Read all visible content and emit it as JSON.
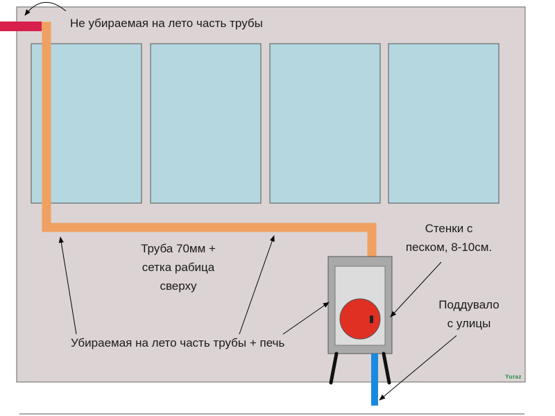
{
  "labels": {
    "fixed_pipe": "Не убираемая на лето часть трубы",
    "pipe_line1": "Труба 70мм +",
    "pipe_line2": "сетка рабица",
    "pipe_line3": "сверху",
    "walls_line1": "Стенки с",
    "walls_line2": "песком, 8-10см.",
    "air_line1": "Поддувало",
    "air_line2": "с улицы",
    "removable": "Убираемая на лето часть трубы + печь",
    "signature": "Yuraz"
  },
  "colors": {
    "background": "#dcd4d4",
    "window": "#b4d7e0",
    "pipe": "#f0a060",
    "fixed_pipe": "#d8204c",
    "stove_outer": "#a9a9a9",
    "stove_inner": "#dcdcdc",
    "fire_door": "#e03024",
    "air_inlet": "#1a8ae0",
    "signature": "#1a8a3a"
  }
}
